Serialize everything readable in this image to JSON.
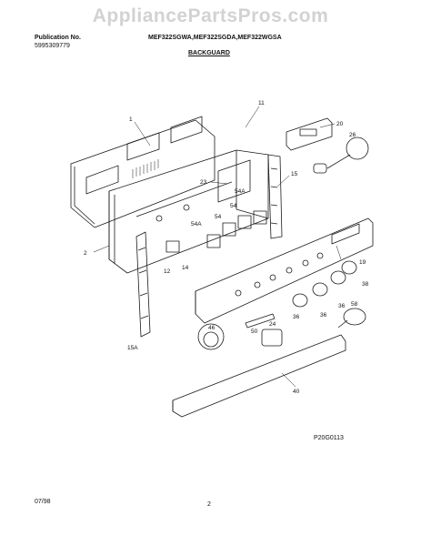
{
  "watermark": "AppliancePartsPros.com",
  "header": {
    "publication_label": "Publication No.",
    "publication_number": "5995309779",
    "models": "MEF322SGWA,MEF322SGDA,MEF322WGSA",
    "section": "BACKGUARD"
  },
  "callouts": [
    "1",
    "11",
    "20",
    "26",
    "15",
    "23",
    "2",
    "54A",
    "54",
    "54",
    "54A",
    "12",
    "14",
    "19",
    "38",
    "36",
    "36",
    "36",
    "50",
    "46",
    "24",
    "58",
    "40",
    "15A"
  ],
  "figure_code": "P20G0113",
  "footer": {
    "date": "07/98",
    "page": "2"
  },
  "colors": {
    "line": "#1a1a1a",
    "watermark": "#d2d2d2"
  }
}
